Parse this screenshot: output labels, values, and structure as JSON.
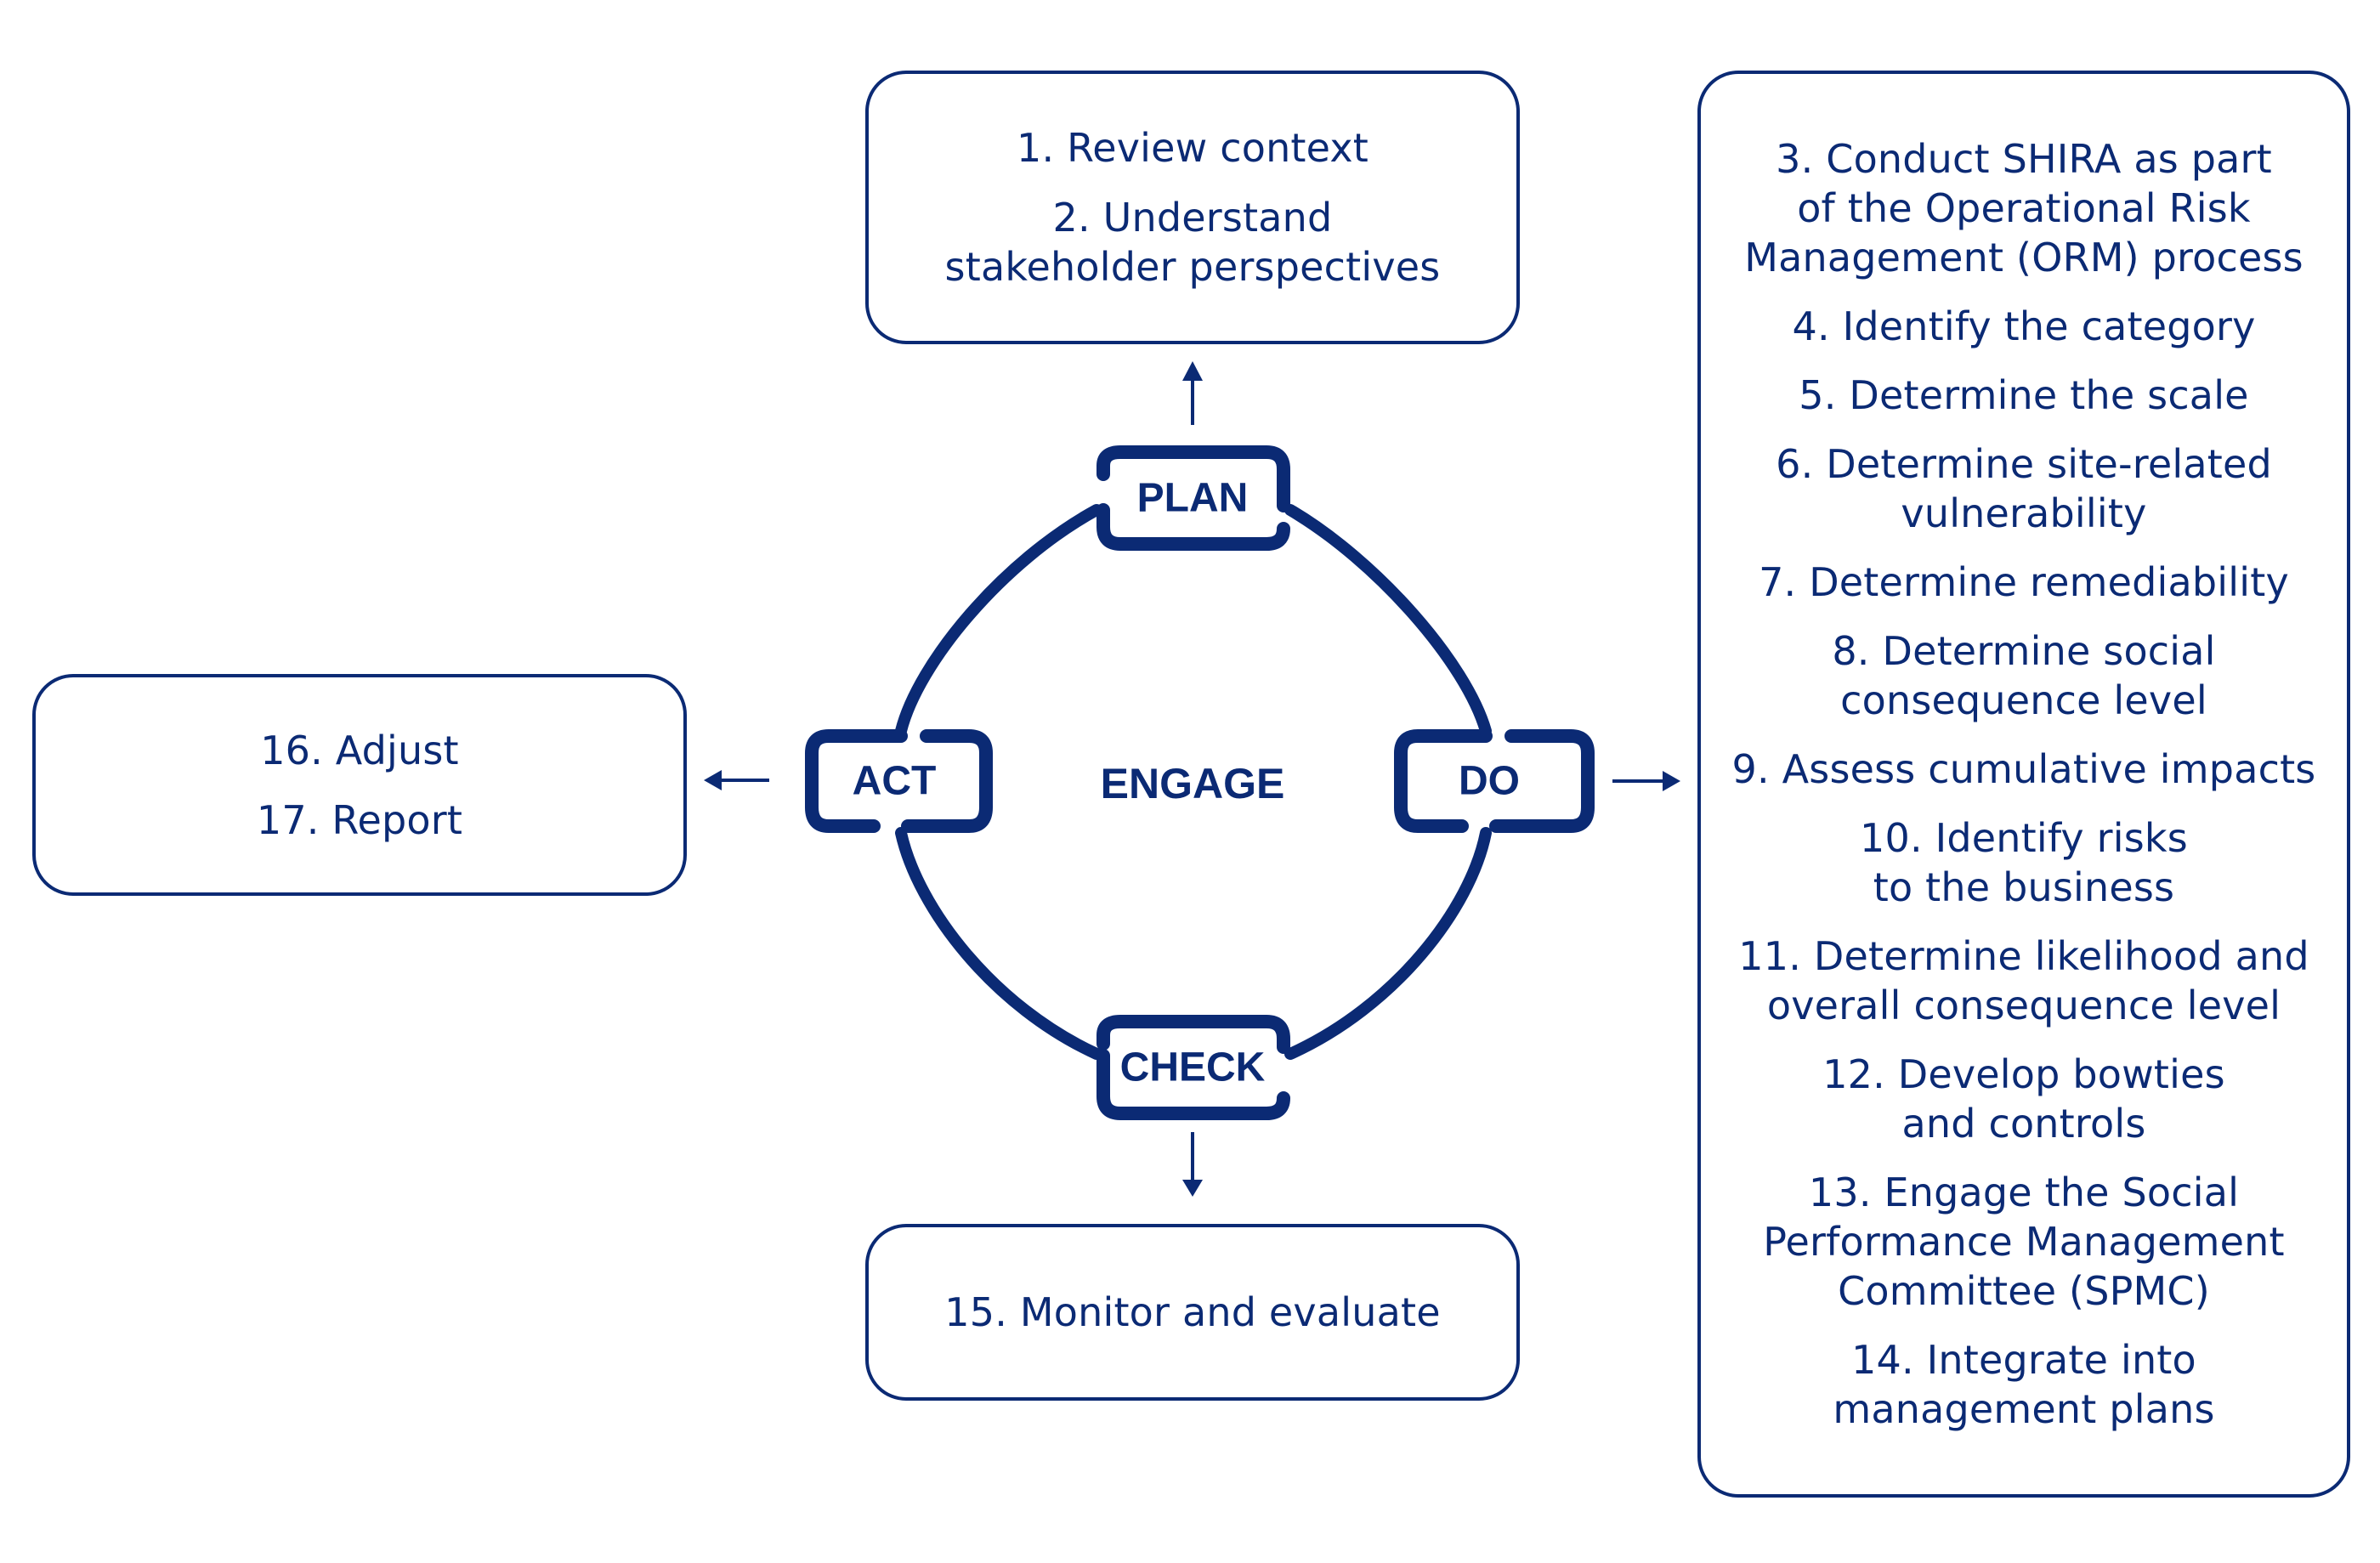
{
  "colors": {
    "primary": "#0b2a74",
    "background": "#ffffff"
  },
  "cycle": {
    "center_label": "ENGAGE",
    "stages": {
      "plan": "PLAN",
      "do": "DO",
      "check": "CHECK",
      "act": "ACT"
    }
  },
  "boxes": {
    "plan": {
      "items": [
        "1. Review context",
        "2. Understand\nstakeholder perspectives"
      ]
    },
    "do": {
      "items": [
        "3. Conduct SHIRA as part\nof the Operational Risk\nManagement (ORM) process",
        "4. Identify the category",
        "5. Determine the scale",
        "6. Determine site-related\nvulnerability",
        "7. Determine remediability",
        "8. Determine social\nconsequence level",
        "9. Assess cumulative impacts",
        "10. Identify risks\nto the business",
        "11. Determine likelihood and\noverall consequence level",
        "12. Develop bowties\nand controls",
        "13. Engage the Social\nPerformance Management\nCommittee (SPMC)",
        "14. Integrate into\nmanagement plans"
      ]
    },
    "check": {
      "items": [
        "15. Monitor and evaluate"
      ]
    },
    "act": {
      "items": [
        "16. Adjust",
        "17. Report"
      ]
    }
  },
  "arrows": [
    {
      "from": "plan",
      "direction": "up"
    },
    {
      "from": "do",
      "direction": "right"
    },
    {
      "from": "check",
      "direction": "down"
    },
    {
      "from": "act",
      "direction": "left"
    }
  ]
}
